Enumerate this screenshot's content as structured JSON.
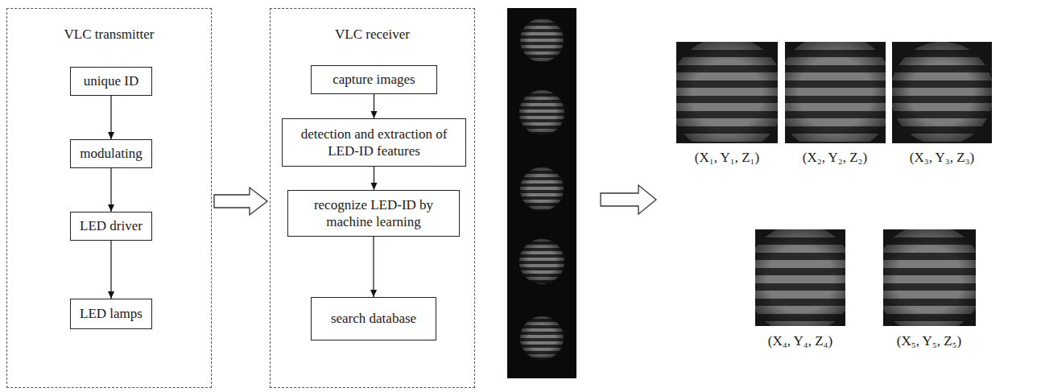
{
  "diagram": {
    "nodes": [
      {
        "text": [
          "VLC transmitter"
        ]
      },
      {
        "text": [
          "unique ID"
        ],
        "in": 0
      },
      {
        "text": [
          "modulating"
        ],
        "in": 0
      },
      {
        "text": [
          "LED driver"
        ],
        "in": 0
      },
      {
        "text": [
          "LED lamps"
        ],
        "in": 0
      },
      {
        "text": [
          "VLC receiver"
        ]
      },
      {
        "text": [
          "capture images"
        ],
        "in": 5
      },
      {
        "text": [
          "detection and extraction of LED-ID features"
        ],
        "in": 5
      },
      {
        "text": [
          "recognize LED-ID by machine learning"
        ],
        "in": 5
      },
      {
        "text": [
          "search database"
        ],
        "in": 5
      }
    ],
    "edges": [
      {
        "from": 1,
        "to": 2,
        "arrow": "to"
      },
      {
        "from": 2,
        "to": 3,
        "arrow": "to"
      },
      {
        "from": 3,
        "to": 4,
        "arrow": "to"
      },
      {
        "from": 0,
        "to": 5,
        "arrow": "to"
      },
      {
        "from": 6,
        "to": 7,
        "arrow": "to"
      },
      {
        "from": 7,
        "to": 8,
        "arrow": "to"
      },
      {
        "from": 8,
        "to": 9,
        "arrow": "to"
      }
    ],
    "labels": [
      "(X₁, Y₁, Z₁)",
      "(X₂, Y₂, Z₂)",
      "(X₃, Y₃, Z₃)",
      "(X₄, Y₄, Z₄)",
      "(X₅, Y₅, Z₅)"
    ]
  }
}
